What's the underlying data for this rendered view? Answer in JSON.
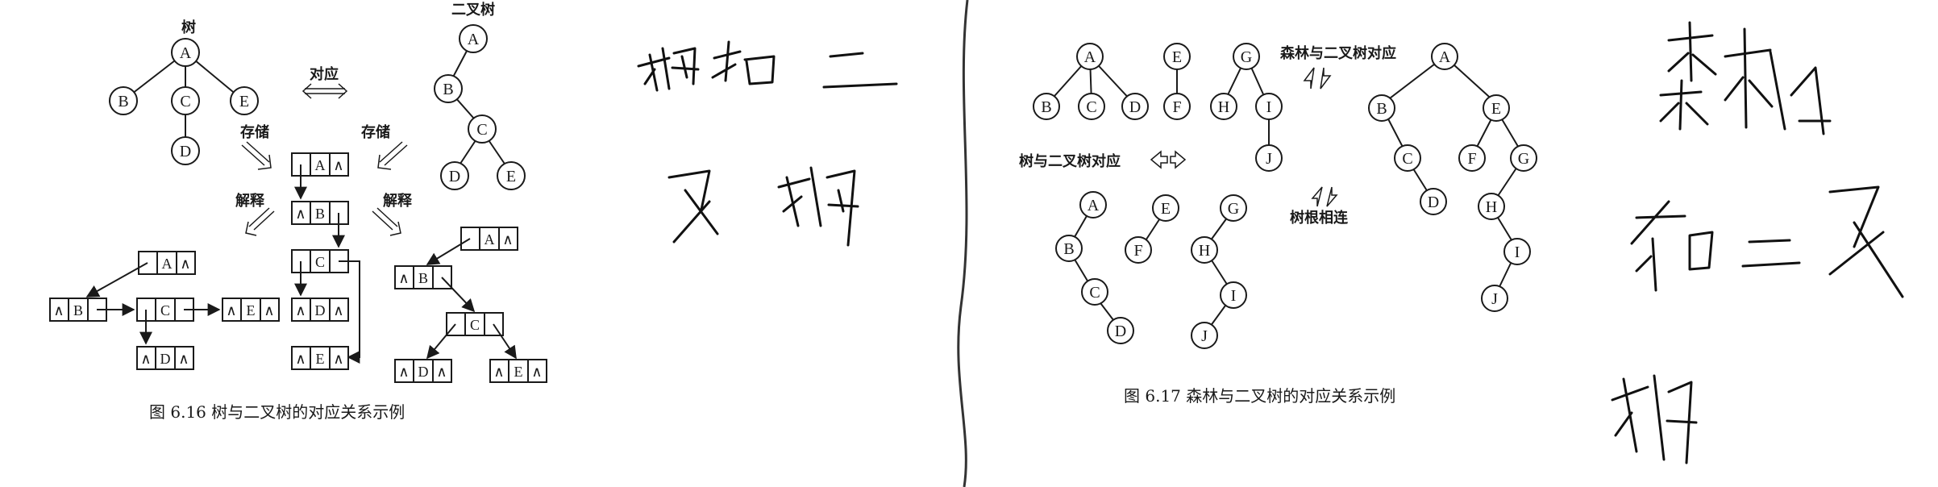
{
  "fig16": {
    "tree_label": "树",
    "binary_label": "二叉树",
    "correspond": "对应",
    "store_left": "存储",
    "store_right": "存储",
    "interp_left": "解释",
    "interp_right": "解释",
    "caption": "图 6.16   树与二叉树的对应关系示例",
    "tree_nodes": [
      "A",
      "B",
      "C",
      "E",
      "D"
    ],
    "binary_nodes": [
      "A",
      "B",
      "C",
      "D",
      "E"
    ],
    "and_mark": "∧",
    "cells": [
      "A",
      "B",
      "C",
      "E",
      "D"
    ]
  },
  "fig17": {
    "forest_label": "森林与二叉树对应",
    "tree_label": "树与二叉树对应",
    "root_label": "树根相连",
    "caption": "图 6.17   森林与二叉树的对应关系示例",
    "forest_nodes": [
      "A",
      "B",
      "C",
      "D",
      "E",
      "F",
      "G",
      "H",
      "I",
      "J"
    ]
  },
  "handwriting": {
    "left": "树和二叉树",
    "right": "森林和二叉树"
  }
}
